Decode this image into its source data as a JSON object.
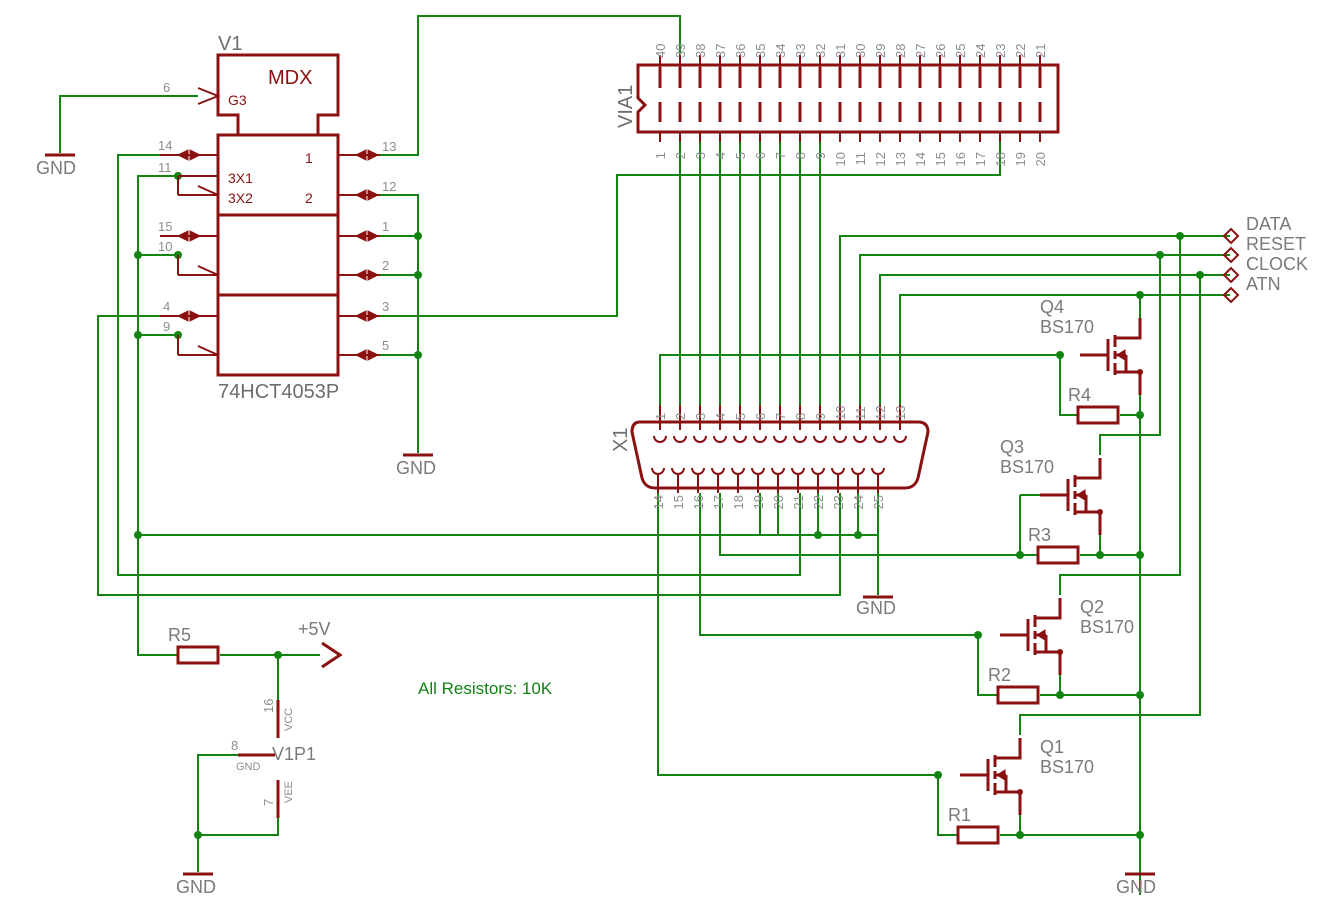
{
  "v1": {
    "name": "V1",
    "type": "MDX",
    "gate": "G3",
    "part": "74HCT4053P",
    "in1": "3X1",
    "in2": "3X2",
    "out1": "1",
    "out2": "2"
  },
  "v1p1": {
    "name": "V1P1",
    "vcc": "VCC",
    "gnd": "GND",
    "vee": "VEE",
    "pin_vcc": "16",
    "pin_gnd": "8",
    "pin_vee": "7"
  },
  "via1": {
    "name": "VIA1",
    "top_pins": [
      "40",
      "39",
      "38",
      "37",
      "36",
      "35",
      "34",
      "33",
      "32",
      "31",
      "30",
      "29",
      "28",
      "27",
      "26",
      "25",
      "24",
      "23",
      "22",
      "21"
    ],
    "bottom_pins": [
      "1",
      "2",
      "3",
      "4",
      "5",
      "6",
      "7",
      "8",
      "9",
      "10",
      "11",
      "12",
      "13",
      "14",
      "15",
      "16",
      "17",
      "18",
      "19",
      "20"
    ]
  },
  "x1": {
    "name": "X1",
    "top_pins": [
      "1",
      "2",
      "3",
      "4",
      "5",
      "6",
      "7",
      "8",
      "9",
      "10",
      "11",
      "12",
      "13"
    ],
    "bottom_pins": [
      "14",
      "15",
      "16",
      "17",
      "18",
      "19",
      "20",
      "21",
      "22",
      "23",
      "24",
      "25"
    ]
  },
  "left_pins": {
    "p6": "6",
    "p14": "14",
    "p11": "11",
    "p15": "15",
    "p10": "10",
    "p4": "4",
    "p9": "9"
  },
  "right_pins": {
    "p13": "13",
    "p12": "12",
    "p1": "1",
    "p2": "2",
    "p3": "3",
    "p5": "5"
  },
  "signals": [
    "DATA",
    "RESET",
    "CLOCK",
    "ATN"
  ],
  "transistors": [
    {
      "name": "Q4",
      "type": "BS170"
    },
    {
      "name": "Q3",
      "type": "BS170"
    },
    {
      "name": "Q2",
      "type": "BS170"
    },
    {
      "name": "Q1",
      "type": "BS170"
    }
  ],
  "resistors": {
    "r1": "R1",
    "r2": "R2",
    "r3": "R3",
    "r4": "R4",
    "r5": "R5"
  },
  "power": {
    "vcc": "+5V",
    "gnd": "GND"
  },
  "note": "All Resistors: 10K",
  "colors": {
    "wire": "#128412",
    "component": "#8b1010",
    "label": "#7a7a7a"
  }
}
